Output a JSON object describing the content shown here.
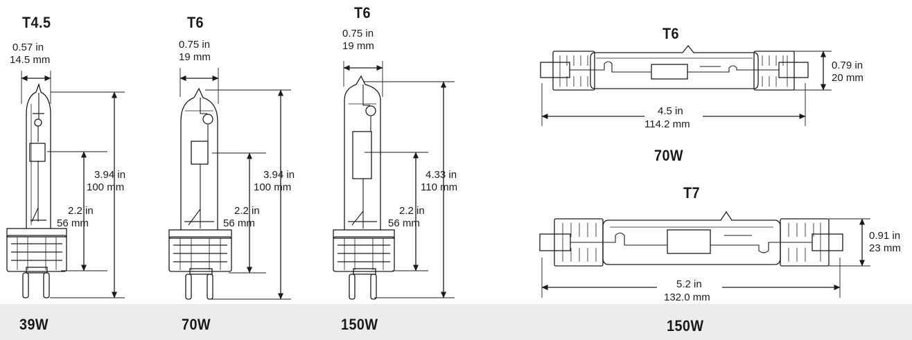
{
  "lamps": [
    {
      "id": "t45",
      "tube": "T4.5",
      "watt": "39W",
      "dia_in": "0.57 in",
      "dia_mm": "14.5 mm",
      "mid_in": "2.2 in",
      "mid_mm": "56 mm",
      "len_in": "3.94 in",
      "len_mm": "100 mm"
    },
    {
      "id": "t6a",
      "tube": "T6",
      "watt": "70W",
      "dia_in": "0.75 in",
      "dia_mm": "19 mm",
      "mid_in": "2.2 in",
      "mid_mm": "56 mm",
      "len_in": "3.94 in",
      "len_mm": "100 mm"
    },
    {
      "id": "t6b",
      "tube": "T6",
      "watt": "150W",
      "dia_in": "0.75 in",
      "dia_mm": "19 mm",
      "mid_in": "2.2 in",
      "mid_mm": "56 mm",
      "len_in": "4.33 in",
      "len_mm": "110 mm"
    }
  ],
  "double_ended": [
    {
      "id": "de70",
      "tube": "T6",
      "watt": "70W",
      "dia_in": "0.79 in",
      "dia_mm": "20 mm",
      "len_in": "4.5 in",
      "len_mm": "114.2 mm"
    },
    {
      "id": "de150",
      "tube": "T7",
      "watt": "150W",
      "dia_in": "0.91 in",
      "dia_mm": "23 mm",
      "len_in": "5.2 in",
      "len_mm": "132.0 mm"
    }
  ],
  "colors": {
    "line": "#1a1a1a",
    "footer": "#ececec"
  }
}
